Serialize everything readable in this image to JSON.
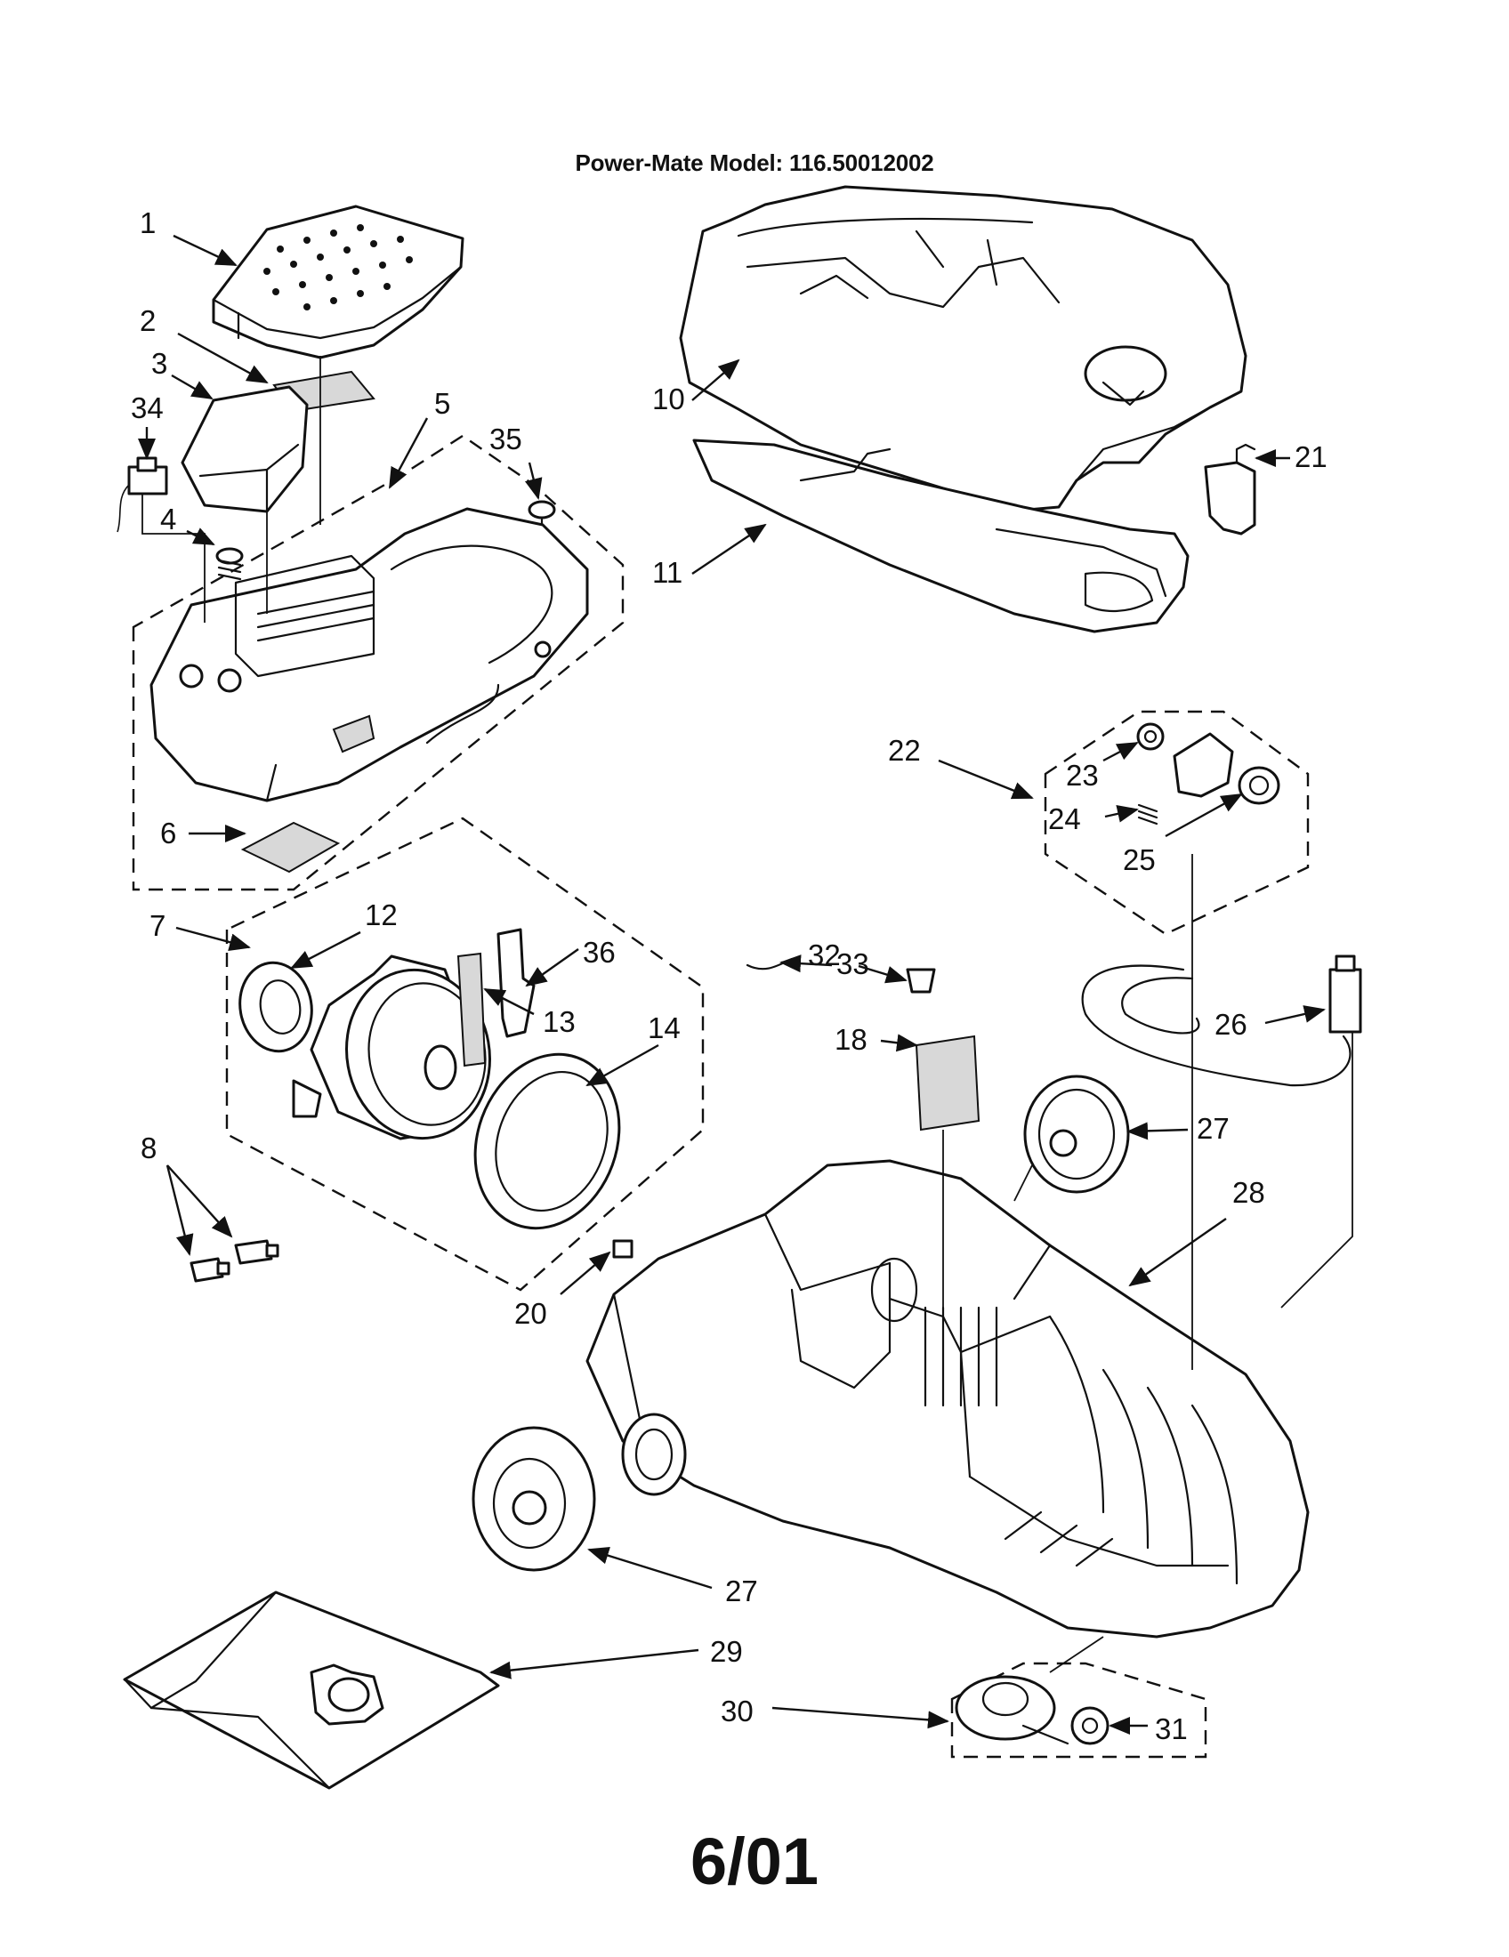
{
  "title": "Power-Mate Model: 116.50012002",
  "date": "6/01",
  "callouts": [
    "1",
    "2",
    "3",
    "34",
    "4",
    "5",
    "35",
    "6",
    "7",
    "12",
    "36",
    "13",
    "14",
    "8",
    "20",
    "10",
    "11",
    "21",
    "22",
    "23",
    "24",
    "25",
    "32",
    "33",
    "18",
    "26",
    "27",
    "28",
    "27",
    "29",
    "30",
    "31"
  ]
}
